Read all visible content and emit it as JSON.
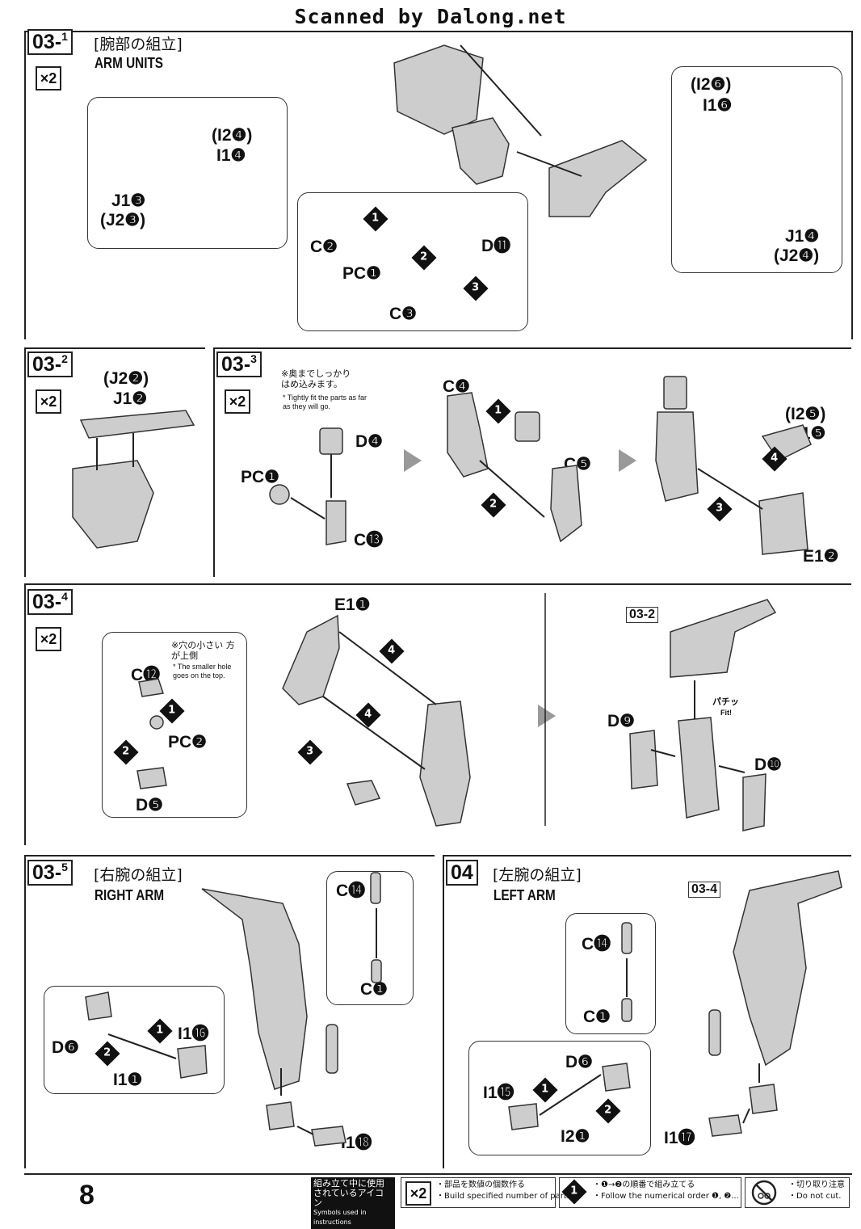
{
  "header": {
    "scan_credit": "Scanned by Dalong.net"
  },
  "steps": {
    "s031": {
      "code": "03",
      "sub": "1",
      "jp": "[腕部の組立]",
      "en": "ARM UNITS",
      "mult": "×2",
      "labels": {
        "l1": "(I2❹)",
        "l2": "I1❹",
        "l3": "J1❸",
        "l4": "(J2❸)",
        "l5": "(I2❻)",
        "l6": "I1❻",
        "l7": "J1❹",
        "l8": "(J2❹)",
        "l9": "C❷",
        "l10": "PC❶",
        "l11": "D⓫",
        "l12": "C❸"
      }
    },
    "s032": {
      "code": "03",
      "sub": "2",
      "mult": "×2",
      "labels": {
        "l1": "(J2❷)",
        "l2": "J1❷"
      }
    },
    "s033": {
      "code": "03",
      "sub": "3",
      "mult": "×2",
      "note_jp": "※奥までしっかり はめ込みます。",
      "note_en": "* Tightly fit the parts as far as they will go.",
      "labels": {
        "l1": "D❹",
        "l2": "PC❶",
        "l3": "C⓭",
        "l4": "C❹",
        "l5": "C❺",
        "l6": "(I2❺)",
        "l7": "I1❺",
        "l8": "E1❷"
      }
    },
    "s034": {
      "code": "03",
      "sub": "4",
      "mult": "×2",
      "note_jp": "※穴の小さい 方が上側",
      "note_en": "* The smaller hole goes on the top.",
      "ref": "03-2",
      "fit_jp": "パチッ",
      "fit_en": "Fit!",
      "labels": {
        "l1": "C⓬",
        "l2": "PC❷",
        "l3": "D❺",
        "l4": "E1❶",
        "l5": "D❾",
        "l6": "D❿"
      }
    },
    "s035": {
      "code": "03",
      "sub": "5",
      "jp": "[右腕の組立]",
      "en": "RIGHT ARM",
      "labels": {
        "l1": "C⓮",
        "l2": "C❶",
        "l3": "D❻",
        "l4": "I1⓰",
        "l5": "I1❶",
        "l6": "I1⓲"
      }
    },
    "s04": {
      "code": "04",
      "jp": "[左腕の組立]",
      "en": "LEFT ARM",
      "ref": "03-4",
      "labels": {
        "l1": "C⓮",
        "l2": "C❶",
        "l3": "D❻",
        "l4": "I1⓯",
        "l5": "I2❶",
        "l6": "I1⓱"
      }
    }
  },
  "footer": {
    "page": "8",
    "icons_jp": "組み立て中に使用されているアイコン",
    "icons_en": "Symbols used in instructions",
    "mult_icon": "×2",
    "mult_jp": "・部品を数値の個数作る",
    "mult_en": "・Build specified number of parts.",
    "order_icon": "1",
    "order_jp": "・❶→❷の順番で組み立てる",
    "order_en": "・Follow the numerical order ❶, ❷...",
    "cut_jp": "・切り取り注意",
    "cut_en": "・Do not cut."
  }
}
